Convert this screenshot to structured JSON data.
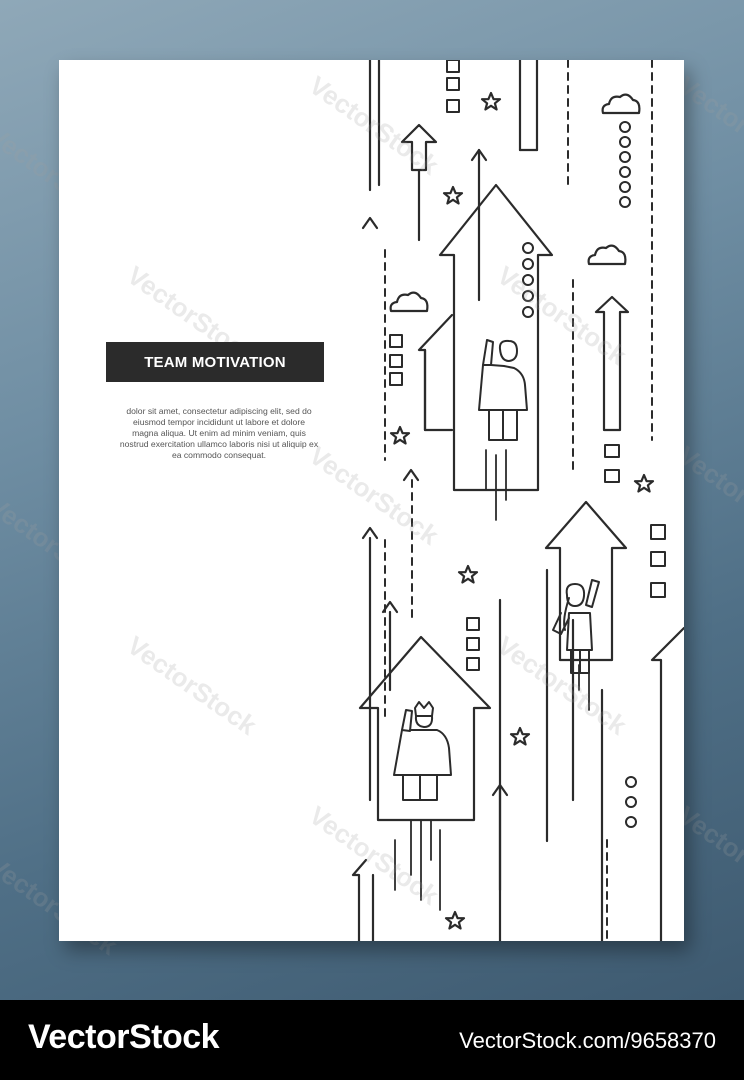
{
  "poster": {
    "title": "TEAM MOTIVATION",
    "body": "dolor sit amet, consectetur adipiscing elit, sed do eiusmod tempor incididunt ut labore et dolore magna aliqua. Ut enim ad minim veniam, quis nostrud exercitation ullamco laboris nisi ut aliquip ex ea commodo consequat."
  },
  "footer": {
    "brand": "VectorStock",
    "url": "VectorStock.com/9658370"
  },
  "watermark": "VectorStock",
  "colors": {
    "background": "#5f7f95",
    "ink": "#2b2b2b",
    "paper": "#ffffff",
    "footer": "#000000"
  },
  "icons": [
    "arrow-up-icon",
    "star-icon",
    "cloud-icon",
    "person-icon",
    "square-icon",
    "circle-icon"
  ]
}
